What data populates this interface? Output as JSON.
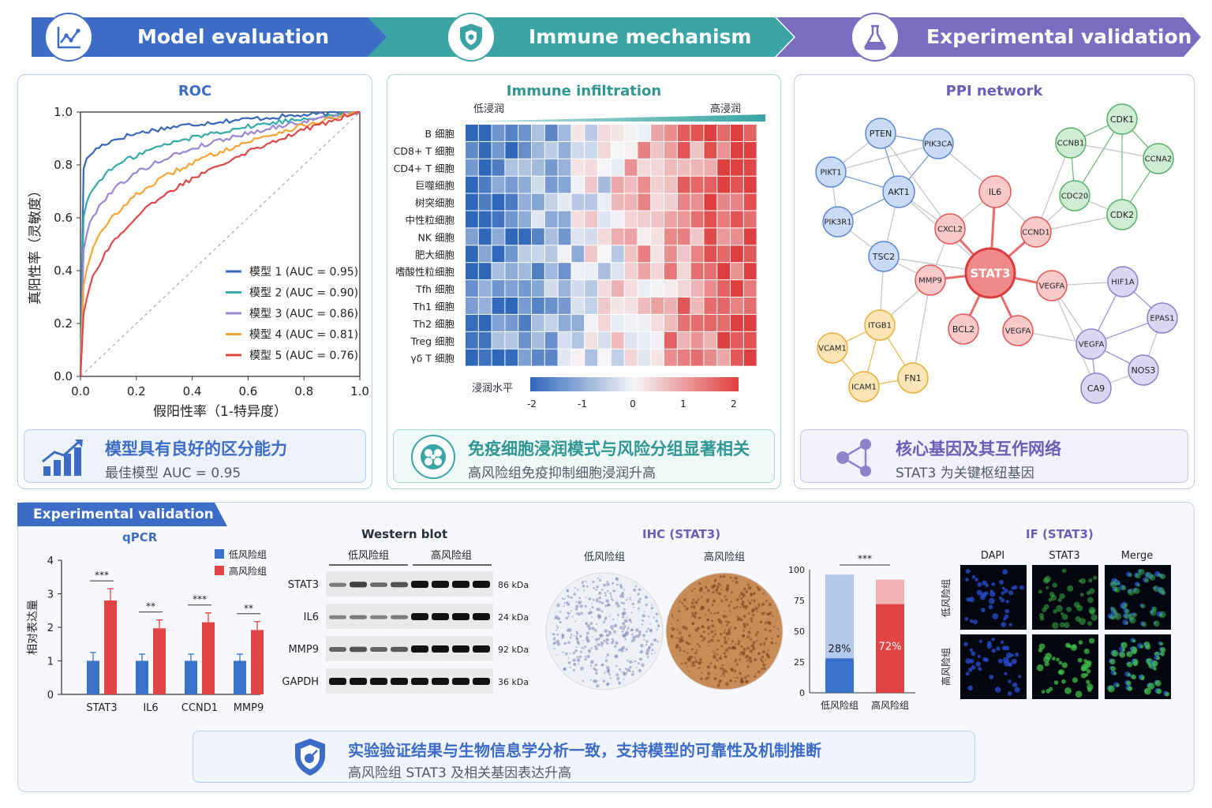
{
  "banner": {
    "step1": "Model evaluation",
    "step2": "Immune mechanism",
    "step3": "Experimental validation",
    "colors": {
      "blue": "#3d6cc6",
      "teal": "#3aa5a4",
      "purple": "#7a6cc0"
    }
  },
  "roc": {
    "title": "ROC",
    "chart_data": {
      "type": "line",
      "xlabel": "假阳性率（1-特异度）",
      "ylabel": "真阳性率（灵敏度）",
      "xlim": [
        0,
        1
      ],
      "ylim": [
        0,
        1
      ],
      "xticks": [
        "0.0",
        "0.2",
        "0.4",
        "0.6",
        "0.8",
        "1.0"
      ],
      "yticks": [
        "0.0",
        "0.2",
        "0.4",
        "0.6",
        "0.8",
        "1.0"
      ],
      "legend": "bottom-right",
      "series": [
        {
          "name": "模型 1 (AUC = 0.95)",
          "auc": 0.95,
          "color": "#3a66b8"
        },
        {
          "name": "模型 2 (AUC = 0.90)",
          "auc": 0.9,
          "color": "#34aaa5"
        },
        {
          "name": "模型 3 (AUC = 0.86)",
          "auc": 0.86,
          "color": "#9b86d4"
        },
        {
          "name": "模型 4 (AUC = 0.81)",
          "auc": 0.81,
          "color": "#f4a535"
        },
        {
          "name": "模型 5 (AUC = 0.76)",
          "auc": 0.76,
          "color": "#e04848"
        }
      ]
    },
    "summary_title": "模型具有良好的区分能力",
    "summary_sub": "最佳模型 AUC = 0.95"
  },
  "immune": {
    "title": "Immune infiltration",
    "low": "低浸润",
    "high": "高浸润",
    "rows": [
      "B 细胞",
      "CD8+ T 细胞",
      "CD4+ T 细胞",
      "巨噬细胞",
      "树突细胞",
      "中性粒细胞",
      "NK 细胞",
      "肥大细胞",
      "嗜酸性粒细胞",
      "Tfh 细胞",
      "Th1 细胞",
      "Th2 细胞",
      "Treg 细胞",
      "γδ T 细胞"
    ],
    "colorbar_label": "浸润水平",
    "colorbar_ticks": [
      "-2",
      "-1",
      "0",
      "1",
      "2"
    ],
    "summary_title": "免疫细胞浸润模式与风险分组显著相关",
    "summary_sub": "高风险组免疫抑制细胞浸润升高"
  },
  "ppi": {
    "title": "PPI network",
    "hub": "STAT3",
    "nodes_blue": [
      "PTEN",
      "PIK3CA",
      "AKT1",
      "PIK3R1",
      "TSC2"
    ],
    "node_pikt1": "PIKT1",
    "nodes_red": [
      "IL6",
      "CXCL2",
      "CCND1",
      "MMP9",
      "VEGFA",
      "BCL2",
      "VEGFA"
    ],
    "nodes_green": [
      "CDK1",
      "CCNB1",
      "CCNA2",
      "CDC20",
      "CDK2"
    ],
    "nodes_purple": [
      "HIF1A",
      "EPAS1",
      "VEGFA",
      "NOS3",
      "CA9"
    ],
    "nodes_yellow": [
      "ITGB1",
      "VCAM1",
      "ICAM1",
      "FN1"
    ],
    "summary_title": "核心基因及其互作网络",
    "summary_sub": "STAT3 为关键枢纽基因"
  },
  "validation": {
    "tag": "Experimental validation",
    "qpcr": {
      "title": "qPCR",
      "chart_data": {
        "type": "bar",
        "categories": [
          "STAT3",
          "IL6",
          "CCND1",
          "MMP9"
        ],
        "series": [
          {
            "name": "低风险组",
            "values": [
              1.0,
              1.0,
              1.0,
              1.0
            ],
            "errors": [
              0.25,
              0.2,
              0.2,
              0.2
            ],
            "color": "#3b72c9"
          },
          {
            "name": "高风险组",
            "values": [
              2.8,
              1.97,
              2.15,
              1.92
            ],
            "errors": [
              0.35,
              0.25,
              0.28,
              0.25
            ],
            "color": "#e04444"
          }
        ],
        "significance": [
          "***",
          "**",
          "***",
          "**"
        ],
        "ylabel": "相对表达量",
        "ylim": [
          0,
          4
        ],
        "yticks": [
          "0",
          "1",
          "2",
          "3",
          "4"
        ]
      }
    },
    "wb": {
      "title": "Western blot",
      "low": "低风险组",
      "high": "高风险组",
      "rows": [
        {
          "label": "STAT3",
          "kda": "86 kDa"
        },
        {
          "label": "IL6",
          "kda": "24 kDa"
        },
        {
          "label": "MMP9",
          "kda": "92 kDa"
        },
        {
          "label": "GAPDH",
          "kda": "36 kDa"
        }
      ]
    },
    "ihc": {
      "title": "IHC (STAT3)",
      "low": "低风险组",
      "high": "高风险组",
      "chart_data": {
        "type": "bar",
        "categories": [
          "低风险组",
          "高风险组"
        ],
        "values": [
          28,
          72
        ],
        "value_labels": [
          "28%",
          "72%"
        ],
        "significance": "***",
        "ylim": [
          0,
          100
        ],
        "yticks": [
          "0",
          "25",
          "50",
          "75",
          "100"
        ]
      }
    },
    "if": {
      "title": "IF (STAT3)",
      "cols": [
        "DAPI",
        "STAT3",
        "Merge"
      ],
      "row_low": "低风险组",
      "row_high": "高风险组"
    },
    "summary_title": "实验验证结果与生物信息学分析一致，支持模型的可靠性及机制推断",
    "summary_sub": "高风险组 STAT3 及相关基因表达升高"
  }
}
